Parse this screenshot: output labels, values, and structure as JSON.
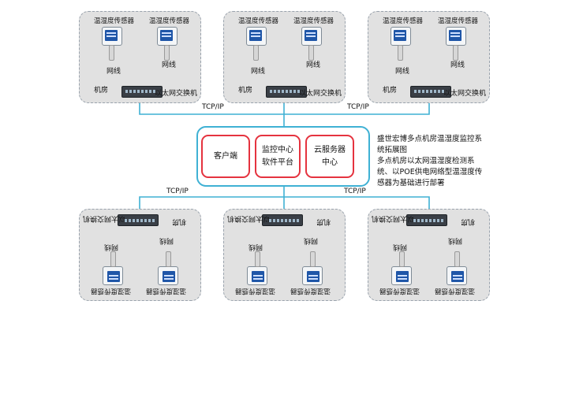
{
  "rooms": {
    "sensor_label": "温湿度传感器",
    "cable_label": "网线",
    "room_label": "机房",
    "switch_label": "以太网交换机"
  },
  "platform": {
    "client": "客户端",
    "monitor": "监控中心软件平台",
    "cloud": "云服务器中心"
  },
  "links": {
    "tcp_label": "TCP/IP"
  },
  "description": "盛世宏博多点机房温湿度监控系统拓展图\n多点机房以太网温湿度检测系统、以POE供电网络型温湿度传感器为基础进行部署",
  "colors": {
    "link_line": "#3fb1d4",
    "platform_border": "#3fb1d4",
    "box_border": "#e5333f",
    "room_fill": "#e1e1e1",
    "sensor_screen": "#1f56a8"
  }
}
